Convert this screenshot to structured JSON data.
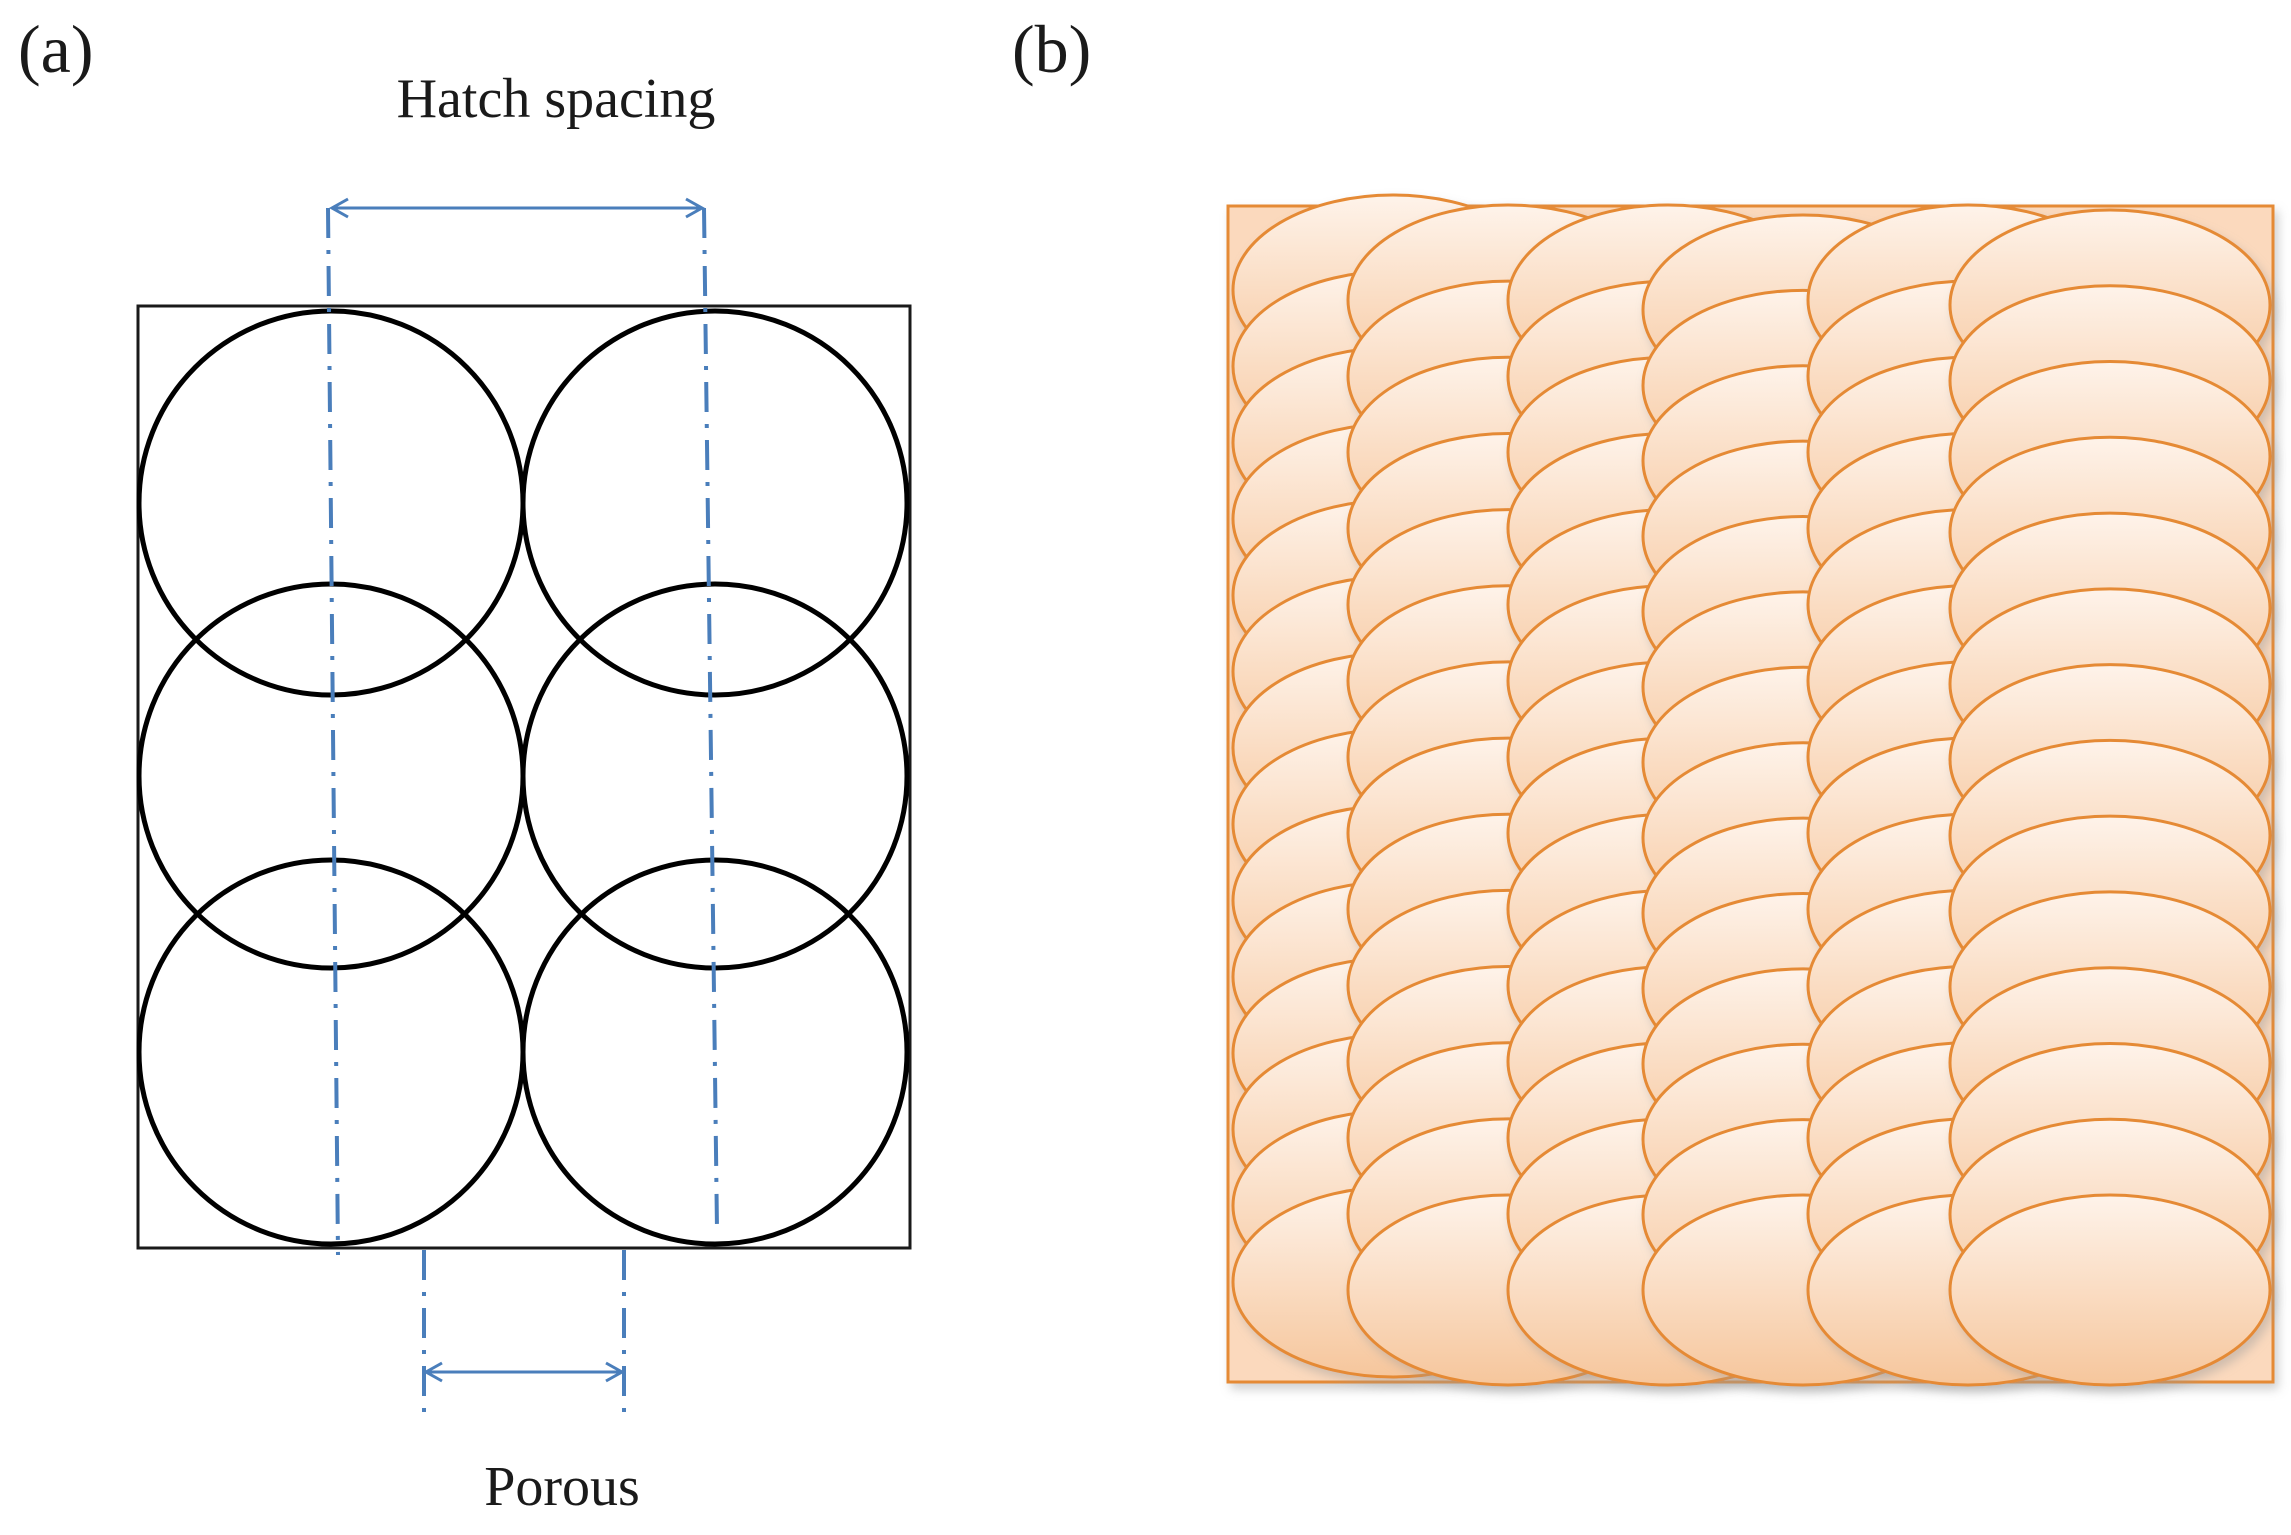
{
  "panel_a": {
    "label": "(a)",
    "hatch_spacing_label": "Hatch spacing",
    "porous_label": "Porous",
    "colors": {
      "circle_stroke": "#000000",
      "frame_stroke": "#1a1a1a",
      "guide_line": "#4a7ebb"
    }
  },
  "panel_b": {
    "label": "(b)",
    "colors": {
      "fill_light": "#fef3ea",
      "fill_dark": "#f6c69c",
      "stroke": "#e58a34",
      "frame_fill": "#fbd9bd"
    }
  }
}
